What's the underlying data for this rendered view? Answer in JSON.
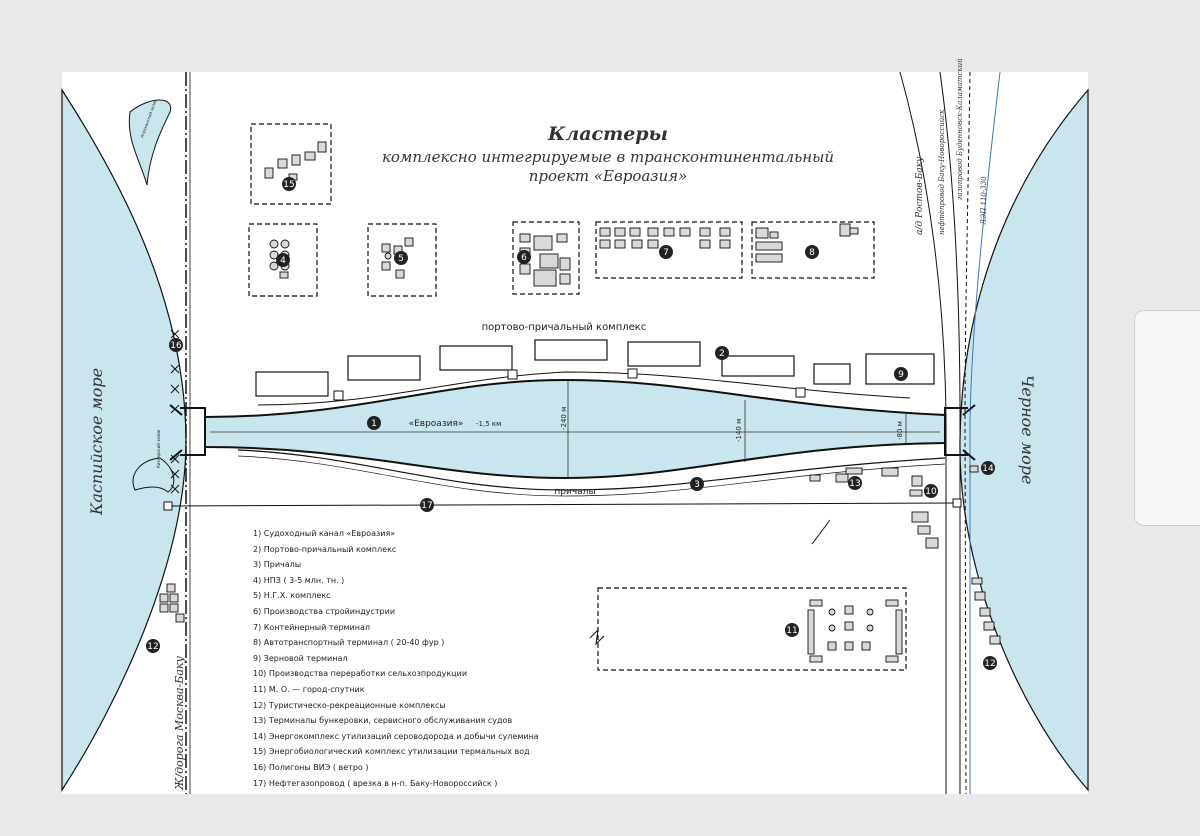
{
  "title": "Кластеры",
  "subtitle_line1": "комплексно интегрируемые в трансконтинентальный",
  "subtitle_line2": "проект «Евроазия»",
  "sea_left": "Каспийское море",
  "sea_right": "Черное море",
  "port_complex_label": "портово-причальный комплекс",
  "berths_label": "причалы",
  "canal_label": "«Евроазия»",
  "canal_length": "-1,5 км",
  "width_240": "-240 м",
  "width_140": "-140 м",
  "width_80": "-80 м",
  "rail_left": "Ж/дорога Москва-Баку",
  "road_right": "а/д Ростов-Баку",
  "pipeline_label": "нефтепровод Баку-Новороссийск",
  "gas_label": "газопровод Буденновск-Каламатский",
  "power_label": "ЛЭП 110-330",
  "bay_top_label": "Аграханский залив",
  "bay_bottom_label": "Кизлярский залив",
  "colors": {
    "sea": "#c9e6ee",
    "line": "#111111",
    "box": "#d9d9d9"
  },
  "markers": [
    "1",
    "2",
    "3",
    "4",
    "5",
    "6",
    "7",
    "8",
    "9",
    "10",
    "11",
    "12",
    "13",
    "14",
    "15",
    "16",
    "17"
  ],
  "legend": [
    "1) Судоходный канал «Евроазия»",
    "2) Портово-причальный комплекс",
    "3) Причалы",
    "4) НПЗ ( 3-5 млн. тн. )",
    "5) Н.Г.Х. комплекс",
    "6) Производства стройиндустрии",
    "7) Контейнерный терминал",
    "8) Автотранспортный терминал ( 20-40 фур )",
    "9) Зерновой терминал",
    "10) Производства переработки сельхозпродукции",
    "11) М. О. — город-спутник",
    "12) Туристическо-рекреационные комплексы",
    "13) Терминалы бункеровки, сервисного обслуживания судов",
    "14) Энергокомплекс утилизаций сероводорода и добычи сулемина",
    "15) Энергобиологический комплекс утилизации термальных вод",
    "16) Полигоны ВИЭ ( ветро )",
    "17) Нефтегазопровод ( врезка в н-п. Баку-Новороссийск )"
  ]
}
